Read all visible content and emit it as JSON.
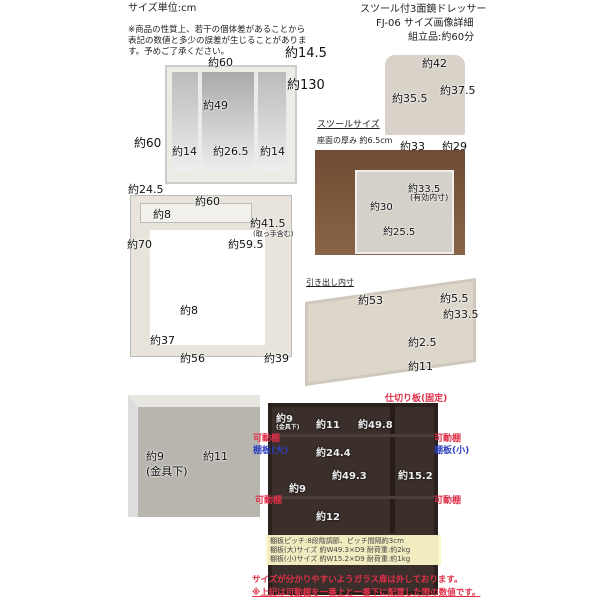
{
  "header": {
    "unit": "サイズ単位:cm",
    "note": [
      "※商品の性質上、若干の個体差があることから",
      "表記の数値と多少の誤差が生じることがありま",
      "す。予めご了承ください。"
    ],
    "title": "スツール付3面鏡ドレッサー",
    "subtitle": "FJ-06 サイズ画像詳細",
    "assembly": "組立品:約60分"
  },
  "dresser": {
    "width_top": "約60",
    "depth_top": "約14.5",
    "height_total": "約130",
    "mirror_h": "約49",
    "upper_h": "約60",
    "side_mirror_l": "約14",
    "center_mirror": "約26.5",
    "side_mirror_r": "約14",
    "shelf_depth": "約24.5",
    "desk_width": "約60",
    "drawer_h": "約8",
    "depth": "約41.5",
    "depth_note": "(取っ手含む)",
    "desk_h": "約70",
    "knee_h": "約59.5",
    "foot_h": "約8",
    "base_depth": "約37",
    "base_width": "約56",
    "side_depth": "約39"
  },
  "stool": {
    "top": "約42",
    "h_left": "約35.5",
    "h_right": "約37.5",
    "w": "約33",
    "d": "約29",
    "section": "スツールサイズ",
    "seat_thickness": "座面の厚み 約6.5cm",
    "inner_h": "約33.5",
    "inner_note": "(有効内寸)",
    "inner_w": "約30",
    "inner_d": "約25.5"
  },
  "drawer": {
    "section": "引き出し内寸",
    "w": "約53",
    "h": "約5.5",
    "d": "約33.5",
    "handle_h": "約2.5",
    "handle_w": "約11"
  },
  "detail": {
    "h1": "約9",
    "h1_note": "(金具下)",
    "h2": "約11"
  },
  "shelf": {
    "partition": "仕切り板(固定)",
    "top_h": "約9",
    "top_h_note": "(金具下)",
    "h11": "約11",
    "h498": "約49.8",
    "movable_l1": "可動棚",
    "large": "棚板(大)",
    "h244": "約24.4",
    "w493": "約49.3",
    "w152": "約15.2",
    "movable_r1": "可動棚",
    "small": "棚板(小)",
    "h9": "約9",
    "movable_l2": "可動棚",
    "movable_r2": "可動棚",
    "h12": "約12",
    "specs": [
      "棚板ピッチ:8段階調節、ピッチ間隔約3cm",
      "棚板(大)サイズ 約W49.3×D9 耐荷重:約2kg",
      "棚板(小)サイズ 約W15.2×D9 耐荷重:約1kg"
    ],
    "warn1": "サイズが分かりやすいようガラス扉は外しております。",
    "warn2": "※上記は可動棚を一番上と一番下に配置した際の数値です。"
  }
}
